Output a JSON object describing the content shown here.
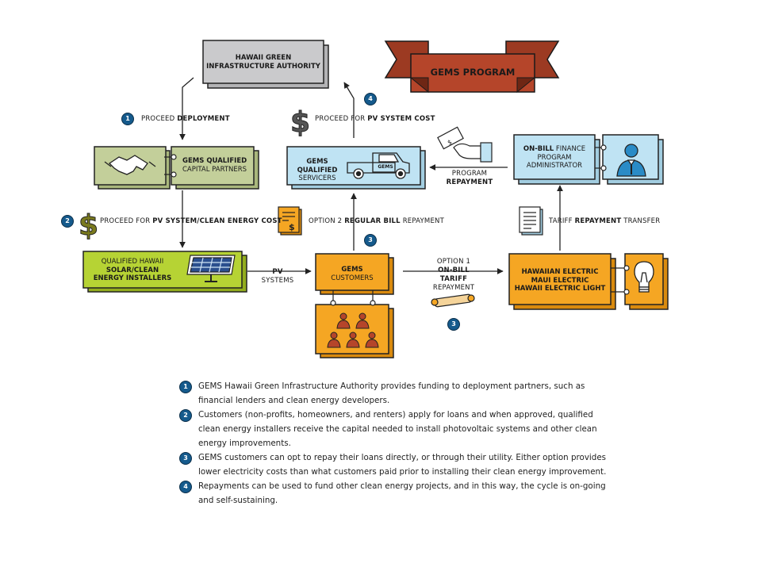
{
  "banner": {
    "title": "GEMS PROGRAM"
  },
  "nodes": {
    "hgia": {
      "line1": "HAWAII GREEN",
      "line2": "INFRASTRUCTURE AUTHORITY"
    },
    "capital": {
      "line1": "GEMS QUALIFIED",
      "line2": "CAPITAL PARTNERS"
    },
    "servicers": {
      "line1": "GEMS QUALIFIED",
      "line2": "SERVICERS"
    },
    "finance_admin": {
      "line1_bold": "ON-BILL",
      "line1_rest": " FINANCE",
      "line2": "PROGRAM",
      "line3": "ADMINISTRATOR"
    },
    "installers": {
      "line1": "QUALIFIED HAWAII",
      "line2": "SOLAR/CLEAN",
      "line3": "ENERGY INSTALLERS"
    },
    "customers": {
      "line1": "GEMS",
      "line2": "CUSTOMERS"
    },
    "utilities": {
      "line1": "HAWAIIAN ELECTRIC",
      "line2": "MAUI ELECTRIC",
      "line3": "HAWAII ELECTRIC LIGHT"
    },
    "truck_text": "GEMS"
  },
  "labels": {
    "proceed_deployment": {
      "pre": "PROCEED ",
      "bold": "DEPLOYMENT"
    },
    "proceed_pv_cost": {
      "pre": "PROCEED FOR ",
      "bold": "PV SYSTEM COST"
    },
    "proceed_pv_clean": {
      "pre": "PROCEED FOR ",
      "bold": "PV SYSTEM/CLEAN ENERGY COST"
    },
    "option2": {
      "pre": "OPTION 2 ",
      "bold": "REGULAR BILL",
      "post": " REPAYMENT"
    },
    "tariff_transfer": {
      "pre": "TARIFF ",
      "bold": "REPAYMENT",
      "post": " TRANSFER"
    },
    "program_repayment": {
      "line1": "PROGRAM",
      "line2": "REPAYMENT"
    },
    "pv_systems": {
      "line1": "PV",
      "line2": "SYSTEMS"
    },
    "option1": {
      "line1": "OPTION 1",
      "line2": "ON-BILL",
      "line3": "TARIFF",
      "line4": "REPAYMENT"
    }
  },
  "badges": {
    "b1": "1",
    "b2": "2",
    "b3": "3",
    "b4": "4"
  },
  "footnotes": [
    {
      "num": "1",
      "text": "GEMS Hawaii Green Infrastructure Authority provides funding to deployment partners, such as financial lenders and clean energy developers."
    },
    {
      "num": "2",
      "text": "Customers (non-profits, homeowners, and renters) apply for loans and when approved, qualified clean energy installers receive the capital needed to install photovoltaic systems and other clean energy improvements."
    },
    {
      "num": "3",
      "text": "GEMS customers can opt to repay their loans directly, or through their utility.  Either option provides lower electricity costs than what customers paid prior to installing their clean energy improvement."
    },
    {
      "num": "4",
      "text": "Repayments can be used to fund other clean energy projects, and in this way, the cycle is on-going and self-sustaining."
    }
  ],
  "colors": {
    "gray": "#c8c8ca",
    "olive": "#c3cf9a",
    "lime": "#b6d334",
    "blue": "#bfe3f3",
    "orange": "#f5a623",
    "banner": "#b5452a",
    "badge": "#155a8c"
  }
}
